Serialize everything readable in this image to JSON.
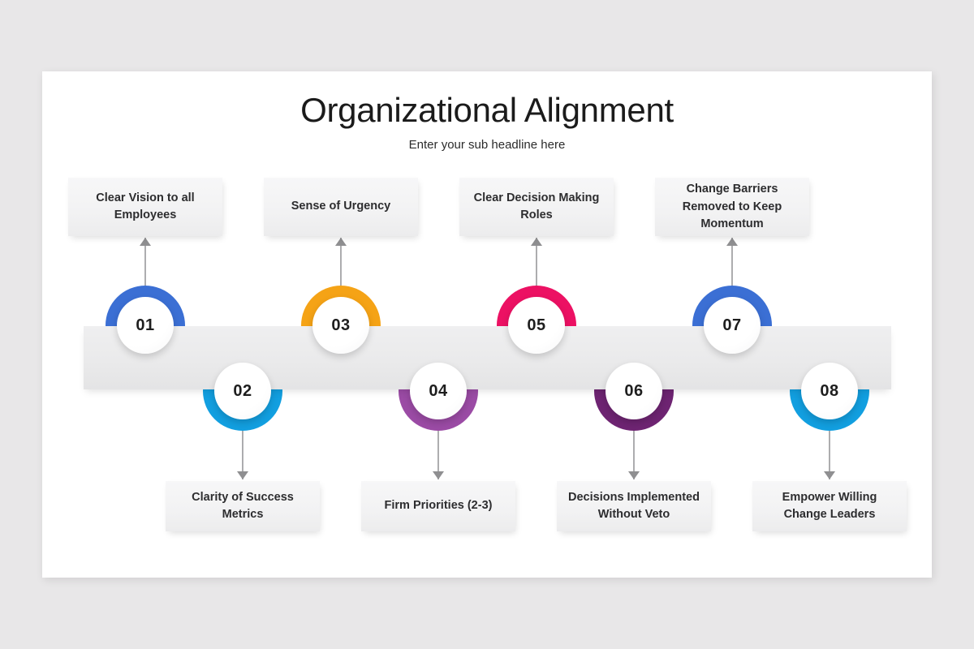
{
  "background_color": "#e8e7e8",
  "card_color": "#ffffff",
  "header": {
    "title": "Organizational Alignment",
    "subtitle": "Enter your sub headline here"
  },
  "band": {
    "name": "timeline-band",
    "color": "#eaeaeb"
  },
  "connector_color": "#9a9a9c",
  "steps": [
    {
      "number": "01",
      "label": "Clear Vision to all Employees",
      "color": "#3b6fd4",
      "position": "top"
    },
    {
      "number": "02",
      "label": "Clarity of Success Metrics",
      "color": "#129fe0",
      "position": "bottom"
    },
    {
      "number": "03",
      "label": "Sense of Urgency",
      "color": "#f5a316",
      "position": "top"
    },
    {
      "number": "04",
      "label": "Firm Priorities (2-3)",
      "color": "#9b4ba5",
      "position": "bottom"
    },
    {
      "number": "05",
      "label": "Clear Decision Making Roles",
      "color": "#ec1163",
      "position": "top"
    },
    {
      "number": "06",
      "label": "Decisions Implemented Without Veto",
      "color": "#6e2472",
      "position": "bottom"
    },
    {
      "number": "07",
      "label": "Change Barriers Removed to Keep Momentum",
      "color": "#3b6fd4",
      "position": "top"
    },
    {
      "number": "08",
      "label": "Empower Willing Change Leaders",
      "color": "#129fe0",
      "position": "bottom"
    }
  ]
}
